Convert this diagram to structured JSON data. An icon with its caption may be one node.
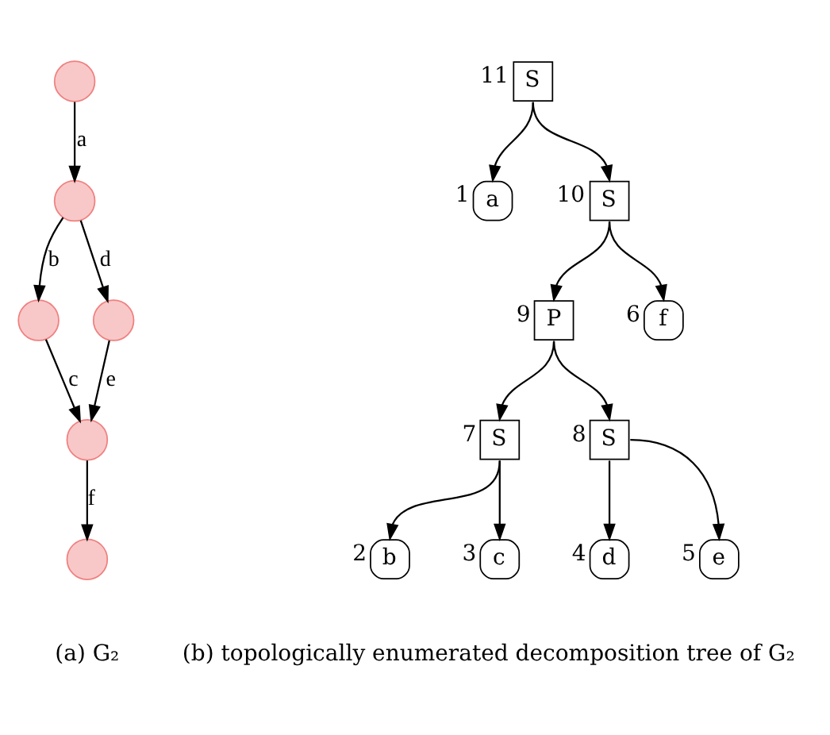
{
  "diagram": {
    "nodes": [
      {
        "text": [],
        "shape": "circle"
      },
      {
        "text": [],
        "shape": "circle"
      },
      {
        "text": [],
        "shape": "circle"
      },
      {
        "text": [],
        "shape": "circle"
      },
      {
        "text": [],
        "shape": "circle"
      },
      {
        "text": [],
        "shape": "circle"
      },
      {
        "text": [
          "S"
        ],
        "beside": [
          "11"
        ]
      },
      {
        "text": [
          "a"
        ],
        "beside": [
          "1"
        ]
      },
      {
        "text": [
          "S"
        ],
        "beside": [
          "10"
        ]
      },
      {
        "text": [
          "P"
        ],
        "beside": [
          "9"
        ]
      },
      {
        "text": [
          "f"
        ],
        "beside": [
          "6"
        ]
      },
      {
        "text": [
          "S"
        ],
        "beside": [
          "7"
        ]
      },
      {
        "text": [
          "S"
        ],
        "beside": [
          "8"
        ]
      },
      {
        "text": [
          "b"
        ],
        "beside": [
          "2"
        ]
      },
      {
        "text": [
          "c"
        ],
        "beside": [
          "3"
        ]
      },
      {
        "text": [
          "d"
        ],
        "beside": [
          "4"
        ]
      },
      {
        "text": [
          "e"
        ],
        "beside": [
          "5"
        ]
      }
    ],
    "edges": [
      {
        "from": 0,
        "to": 1,
        "arrow": "to",
        "label": "a"
      },
      {
        "from": 1,
        "to": 2,
        "arrow": "to",
        "label": "b"
      },
      {
        "from": 1,
        "to": 3,
        "arrow": "to",
        "label": "d"
      },
      {
        "from": 2,
        "to": 4,
        "arrow": "to",
        "label": "c"
      },
      {
        "from": 3,
        "to": 4,
        "arrow": "to",
        "label": "e"
      },
      {
        "from": 4,
        "to": 5,
        "arrow": "to",
        "label": "f"
      },
      {
        "from": 6,
        "to": 7,
        "arrow": "to"
      },
      {
        "from": 6,
        "to": 8,
        "arrow": "to"
      },
      {
        "from": 8,
        "to": 9,
        "arrow": "to"
      },
      {
        "from": 8,
        "to": 10,
        "arrow": "to"
      },
      {
        "from": 9,
        "to": 11,
        "arrow": "to"
      },
      {
        "from": 9,
        "to": 12,
        "arrow": "to"
      },
      {
        "from": 11,
        "to": 13,
        "arrow": "to"
      },
      {
        "from": 11,
        "to": 14,
        "arrow": "to"
      },
      {
        "from": 12,
        "to": 15,
        "arrow": "to"
      },
      {
        "from": 12,
        "to": 16,
        "arrow": "to"
      }
    ],
    "labels": [
      "(a) G₂",
      "(b) topologically enumerated decomposition tree of G₂"
    ]
  }
}
